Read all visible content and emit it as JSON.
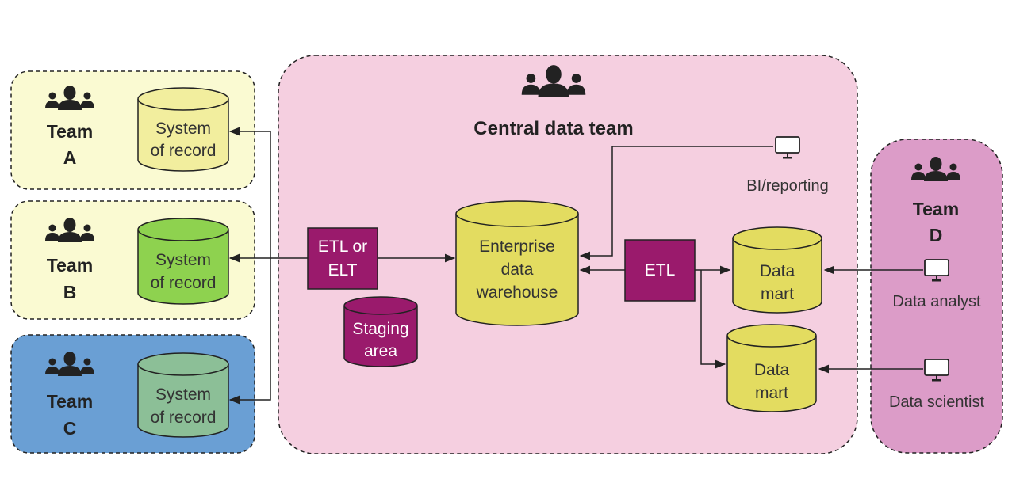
{
  "colors": {
    "team_light_bg": "#fafad2",
    "team_c_bg": "#6a9fd4",
    "central_bg": "#f5cfe0",
    "team_d_bg": "#dc9cc8",
    "cyl_yellow": "#f2ee9e",
    "cyl_green": "#8ed24f",
    "cyl_teal": "#8cbf97",
    "cyl_mart": "#e3dc60",
    "magenta": "#9a1a6c",
    "ink": "#222222"
  },
  "teams": {
    "a": {
      "line1": "Team",
      "line2": "A",
      "store_line1": "System",
      "store_line2": "of record"
    },
    "b": {
      "line1": "Team",
      "line2": "B",
      "store_line1": "System",
      "store_line2": "of record"
    },
    "c": {
      "line1": "Team",
      "line2": "C",
      "store_line1": "System",
      "store_line2": "of record"
    },
    "d": {
      "line1": "Team",
      "line2": "D"
    }
  },
  "central": {
    "title": "Central data team",
    "etl_elt_line1": "ETL or",
    "etl_elt_line2": "ELT",
    "staging_line1": "Staging",
    "staging_line2": "area",
    "warehouse_line1": "Enterprise",
    "warehouse_line2": "data",
    "warehouse_line3": "warehouse",
    "etl": "ETL",
    "bi": "BI/reporting",
    "mart1_line1": "Data",
    "mart1_line2": "mart",
    "mart2_line1": "Data",
    "mart2_line2": "mart"
  },
  "consumers": {
    "analyst": "Data analyst",
    "scientist": "Data scientist"
  },
  "icons": [
    "team-icon",
    "monitor-icon"
  ]
}
